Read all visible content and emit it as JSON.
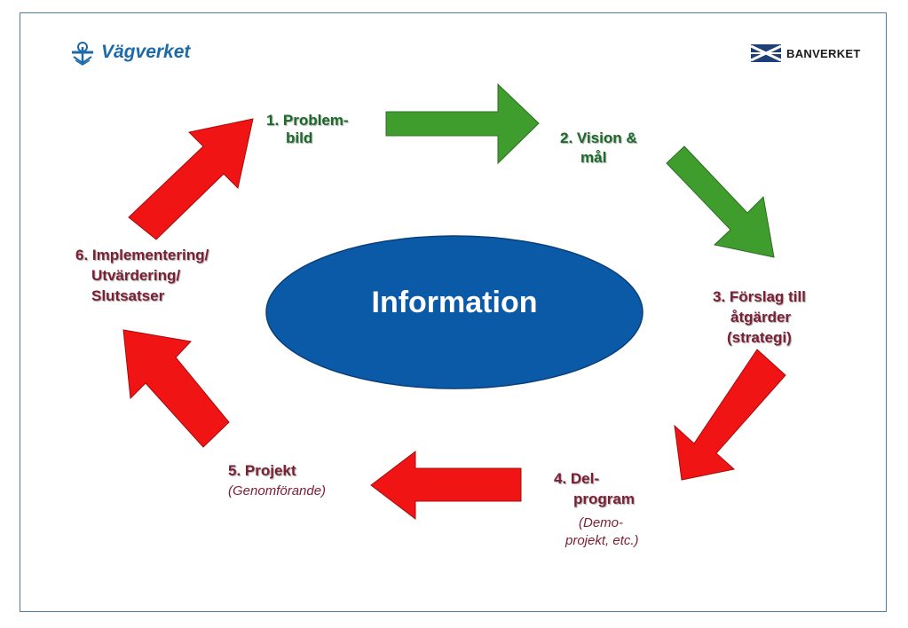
{
  "logos": {
    "left": "Vägverket",
    "right": "BANVERKET"
  },
  "center": {
    "text": "Information"
  },
  "steps": [
    {
      "line1": "1. Problem-",
      "line2": "bild"
    },
    {
      "line1": "2. Vision &",
      "line2": "mål"
    },
    {
      "line1": "3. Förslag till",
      "line2": "åtgärder",
      "line3": "(strategi)"
    },
    {
      "line1": "4. Del-",
      "line2": "program",
      "sub1": "(Demo-",
      "sub2": "projekt, etc.)"
    },
    {
      "line1": "5. Projekt",
      "sub1": "(Genomförande)"
    },
    {
      "line1": "6. Implementering/",
      "line2": "Utvärdering/",
      "line3": "Slutsatser"
    }
  ],
  "colors": {
    "green_arrow": "#3f9d2e",
    "red_arrow": "#f01414",
    "ellipse": "#0b5aa8",
    "frame": "#4f7fa3"
  }
}
